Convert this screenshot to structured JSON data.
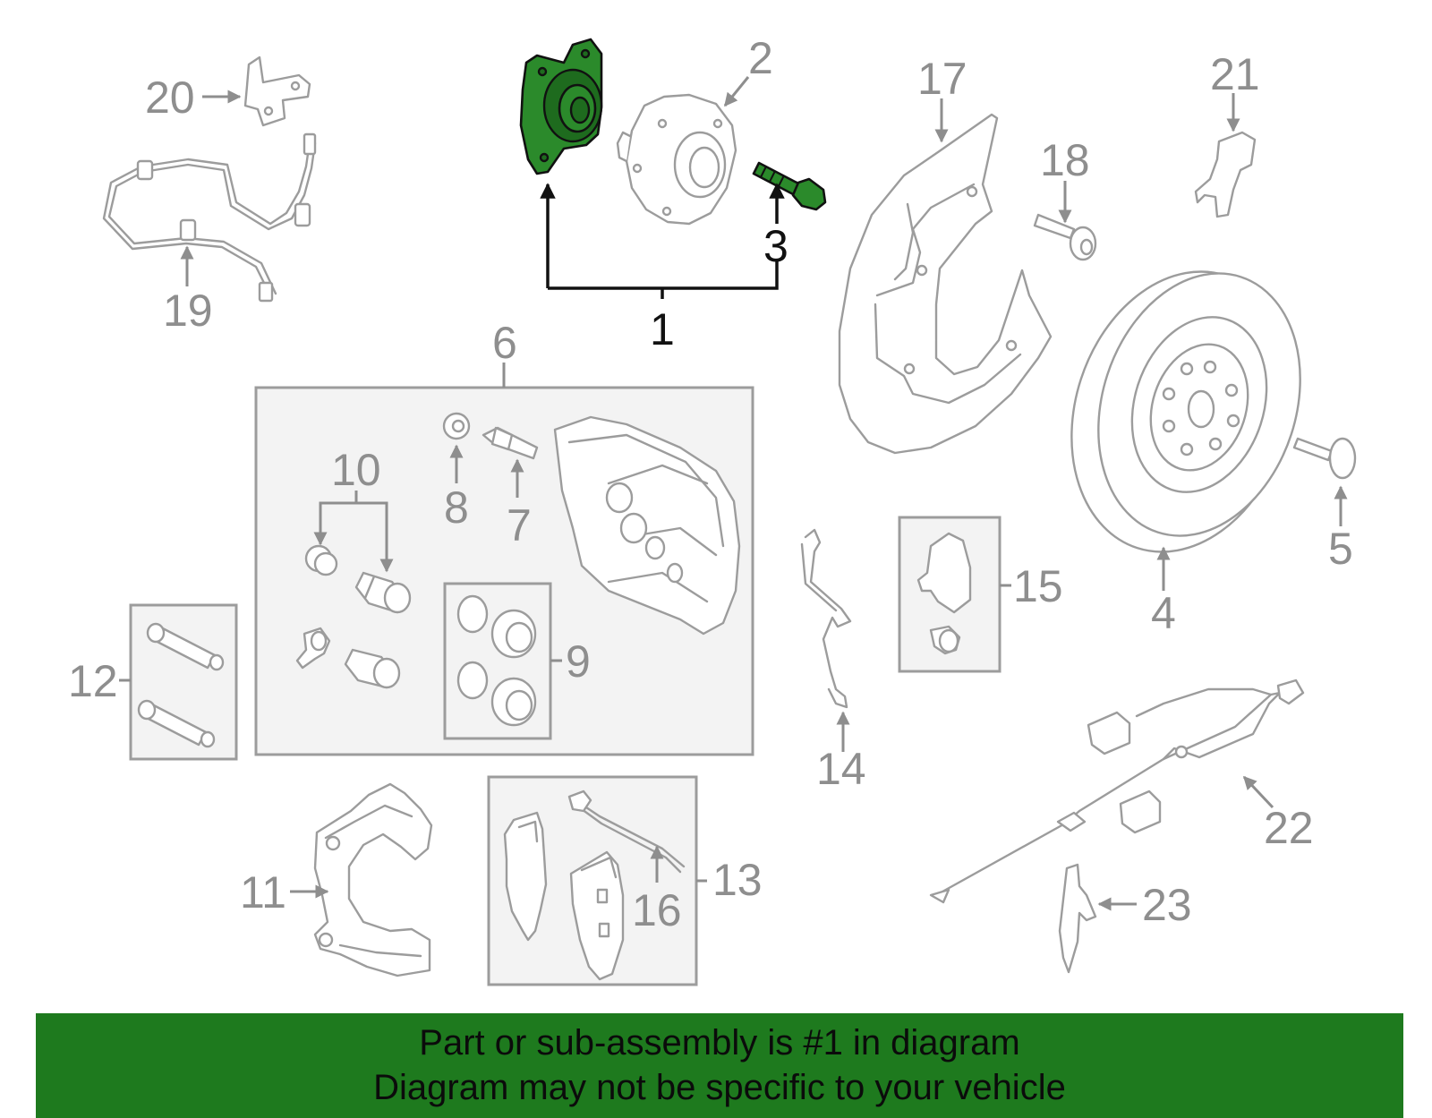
{
  "callouts": {
    "c1": "1",
    "c2": "2",
    "c3": "3",
    "c4": "4",
    "c5": "5",
    "c6": "6",
    "c7": "7",
    "c8": "8",
    "c9": "9",
    "c10": "10",
    "c11": "11",
    "c12": "12",
    "c13": "13",
    "c14": "14",
    "c15": "15",
    "c16": "16",
    "c17": "17",
    "c18": "18",
    "c19": "19",
    "c20": "20",
    "c21": "21",
    "c22": "22",
    "c23": "23"
  },
  "highlight": {
    "part_number": "1",
    "color": "#1e7a1e"
  },
  "banner": {
    "line1": "Part or sub-assembly is #1 in diagram",
    "line2": "Diagram may not be specific to your vehicle",
    "background": "#1e7a1e"
  }
}
